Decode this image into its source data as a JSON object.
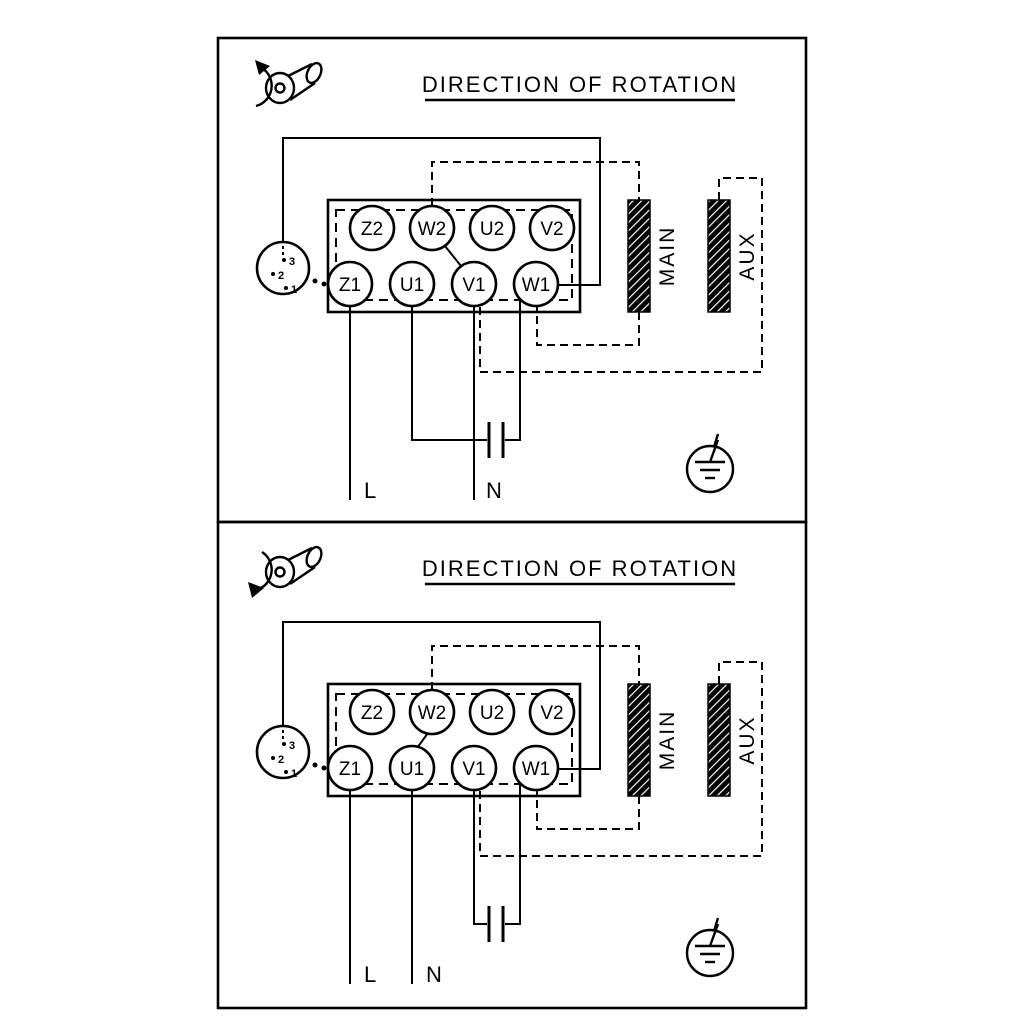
{
  "colors": {
    "ink": "#000000",
    "paper": "#ffffff"
  },
  "panels": [
    {
      "title": "DIRECTION OF ROTATION",
      "rotation_icon": "shaft-rotation-ccw-icon",
      "terminals_top": [
        "Z2",
        "W2",
        "U2",
        "V2"
      ],
      "terminals_bottom": [
        "Z1",
        "U1",
        "V1",
        "W1"
      ],
      "switch_positions": [
        "3",
        "2",
        "1"
      ],
      "winding_main_label": "MAIN",
      "winding_aux_label": "AUX",
      "line_label": "L",
      "neutral_label": "N"
    },
    {
      "title": "DIRECTION OF ROTATION",
      "rotation_icon": "shaft-rotation-cw-icon",
      "terminals_top": [
        "Z2",
        "W2",
        "U2",
        "V2"
      ],
      "terminals_bottom": [
        "Z1",
        "U1",
        "V1",
        "W1"
      ],
      "switch_positions": [
        "3",
        "2",
        "1"
      ],
      "winding_main_label": "MAIN",
      "winding_aux_label": "AUX",
      "line_label": "L",
      "neutral_label": "N"
    }
  ]
}
